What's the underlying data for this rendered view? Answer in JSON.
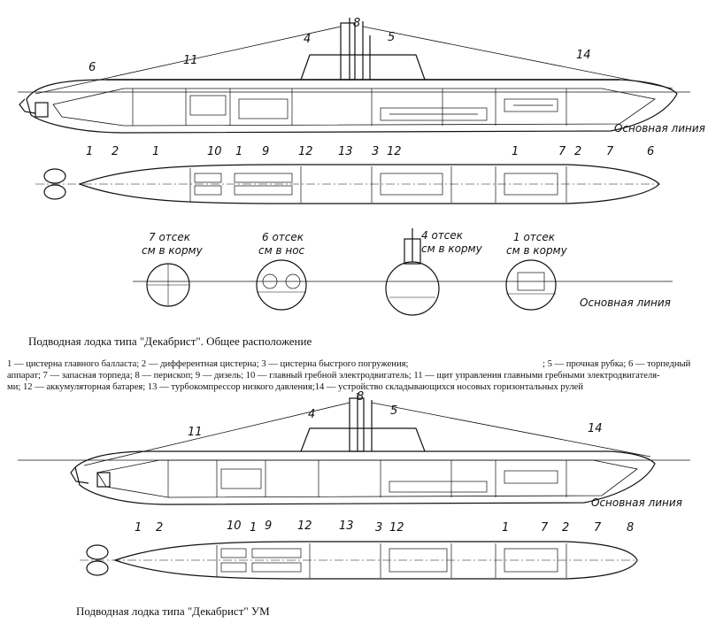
{
  "figure1": {
    "callouts_top": [
      "1",
      "2",
      "1",
      "10",
      "1",
      "9",
      "12",
      "13",
      "3",
      "12",
      "1",
      "7",
      "2",
      "7",
      "6"
    ],
    "callouts_upper": [
      "4",
      "8",
      "5",
      "6",
      "11",
      "14"
    ],
    "baseline_label": "Основная линия",
    "sections": [
      {
        "line1": "7 отсек",
        "line2": "см в корму"
      },
      {
        "line1": "6 отсек",
        "line2": "см в нос"
      },
      {
        "line1": "4 отсек",
        "line2": "см в корму"
      },
      {
        "line1": "1 отсек",
        "line2": "см в корму"
      }
    ],
    "section_baseline_label": "Основная линия",
    "caption": "Подводная лодка типа \"Декабрист\". Общее расположение"
  },
  "legend": {
    "line1": "1 — цистерна главного балласта; 2 — дифферентная цистерна; 3 — цистерна быстрого погружения;",
    "line1b": "; 5 — прочная рубка; 6 — торпедный",
    "line2": "аппарат; 7 — запасная торпеда; 8 — перископ; 9 — дизель; 10 — главный гребной электродвигатель; 11 — щит управления главными гребными электродвигателя-",
    "line3": "ми; 12 — аккумуляторная батарея; 13 — турбокомпрессор низкого давления;14 — устройство складывающихся носовых горизонтальных рулей"
  },
  "figure2": {
    "callouts_upper": [
      "4",
      "8",
      "5",
      "11",
      "14"
    ],
    "callouts_lower": [
      "1",
      "2",
      "3",
      "12",
      "1",
      "7",
      "2",
      "7",
      "8"
    ],
    "callouts_plan": [
      "10",
      "1",
      "9",
      "12",
      "13"
    ],
    "baseline_label": "Основная линия",
    "caption": "Подводная лодка типа \"Декабрист\" УМ"
  },
  "colors": {
    "ink": "#111111",
    "paper": "#ffffff"
  }
}
